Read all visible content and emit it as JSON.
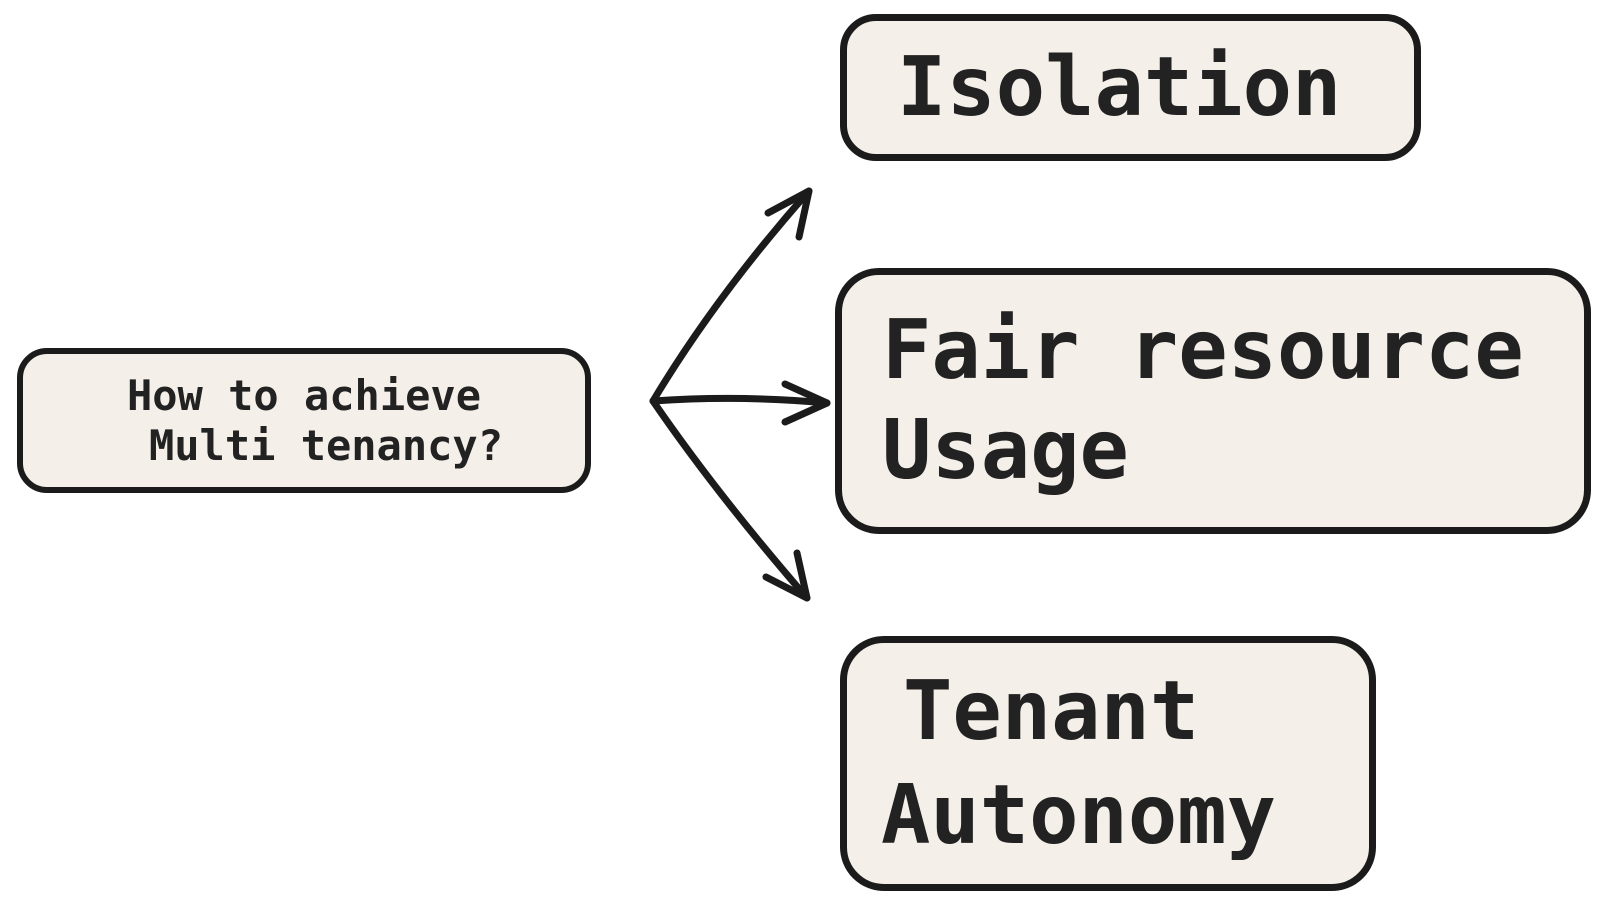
{
  "diagram": {
    "question_node": {
      "lines": [
        "How to achieve",
        "Multi tenancy?"
      ]
    },
    "answer_nodes": [
      {
        "name": "isolation",
        "lines": [
          "Isolation"
        ]
      },
      {
        "name": "fair-resource-usage",
        "lines": [
          "Fair resource",
          "Usage"
        ]
      },
      {
        "name": "tenant-autonomy",
        "lines": [
          "Tenant",
          "Autonomy"
        ]
      }
    ],
    "edges": [
      {
        "from": "question",
        "to": "isolation"
      },
      {
        "from": "question",
        "to": "fair-resource-usage"
      },
      {
        "from": "question",
        "to": "tenant-autonomy"
      }
    ],
    "colors": {
      "background": "#ffffff",
      "node_fill": "#f4efe9",
      "stroke": "#1b1b1b",
      "text": "#222222"
    }
  }
}
